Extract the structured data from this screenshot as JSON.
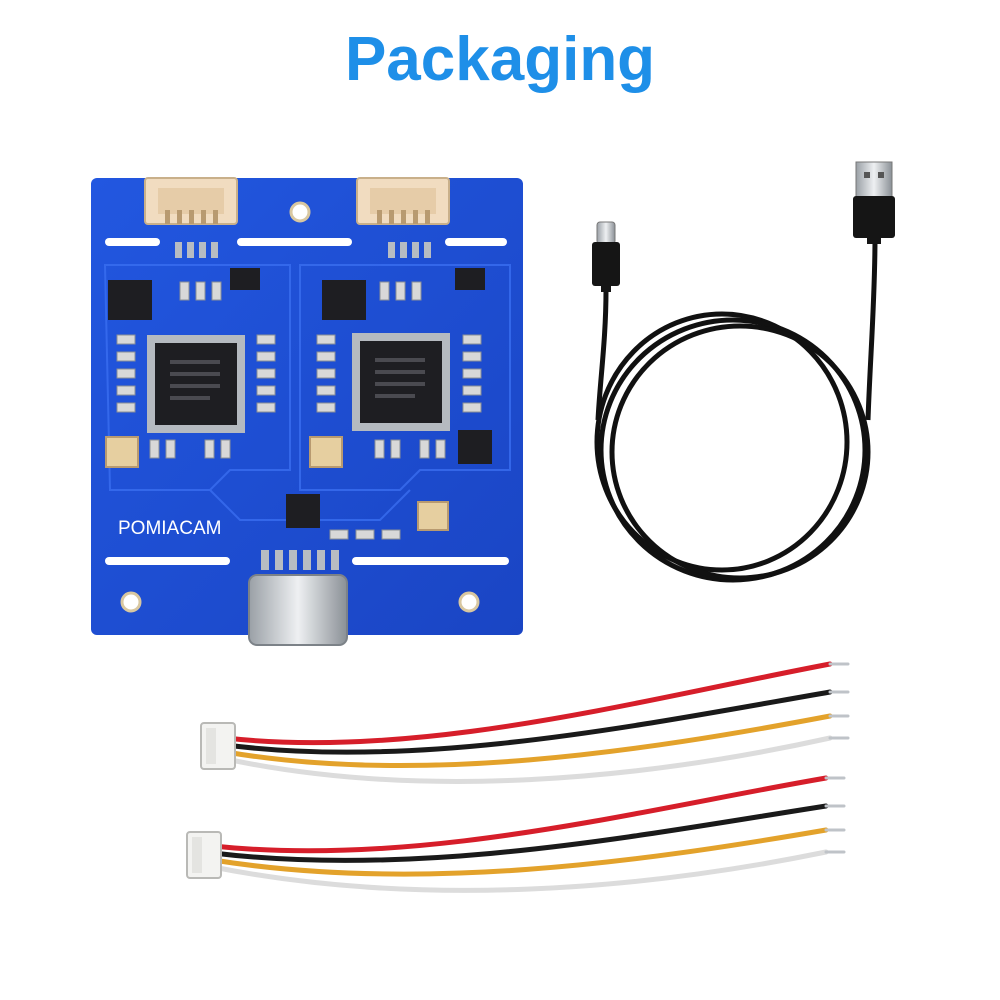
{
  "heading": {
    "text": "Packaging",
    "color": "#1e8fe8"
  },
  "board": {
    "silkscreen_text": "POMIACAM",
    "pcb_color": "#1d4fd8"
  },
  "items": [
    "pcb-board",
    "usb-a-to-usb-c-cable",
    "jst-4-pin-wire-harness",
    "jst-4-pin-wire-harness"
  ],
  "wire_colors": [
    "#d61e2a",
    "#1a1a1a",
    "#e3a22b",
    "#dcdcdc"
  ]
}
